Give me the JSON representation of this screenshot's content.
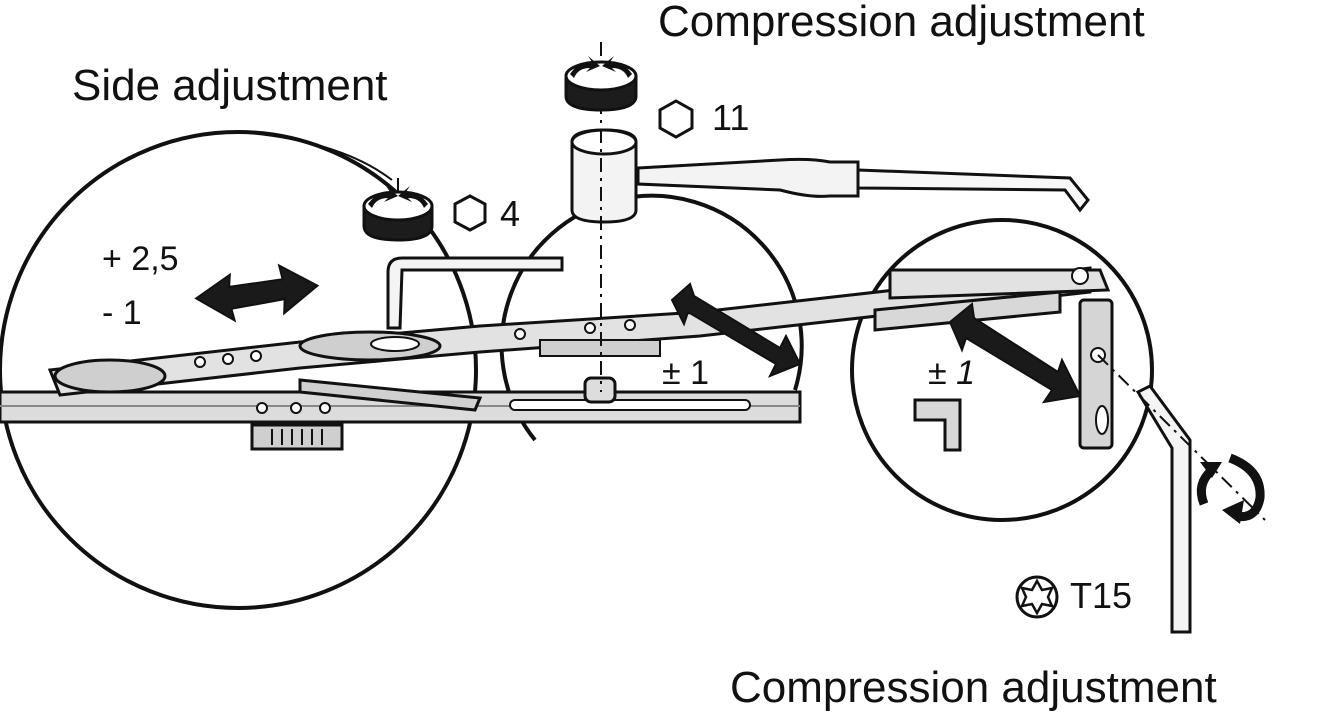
{
  "labels": {
    "side_adjustment": "Side adjustment",
    "compression_top": "Compression adjustment",
    "compression_bottom": "Compression adjustment",
    "plus_range": "+ 2,5",
    "minus_range": "-  1",
    "pm_center": "± 1",
    "pm_right": "± 1"
  },
  "tools": {
    "hex_small": "4",
    "hex_large": "11",
    "torx": "T15"
  },
  "icons": {
    "hex_key_symbol": "hexagon-icon",
    "torx_symbol": "torx-star-icon",
    "rotation_symbol": "rotation-arrows-icon",
    "adjust_arrow": "double-arrow-icon"
  },
  "colors": {
    "ink": "#111111",
    "metal": "#d9d9d9",
    "metal_dark": "#9a9a9a",
    "background": "#ffffff"
  }
}
